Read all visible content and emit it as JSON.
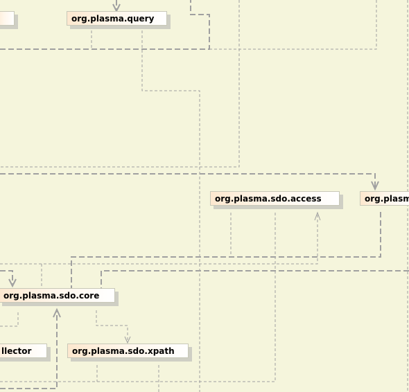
{
  "diagram": {
    "packages": {
      "query": "org.plasma.query",
      "access": "org.plasma.sdo.access",
      "plasma_partial": "org.plasm",
      "core": "org.plasma.sdo.core",
      "collector_partial": "llector",
      "xpath": "org.plasma.sdo.xpath"
    },
    "colors": {
      "background": "#f5f5dc",
      "connector": "#a0a0a0",
      "package_gradient_start": "#fde8cf",
      "package_shadow": "#cfcfc4"
    }
  }
}
